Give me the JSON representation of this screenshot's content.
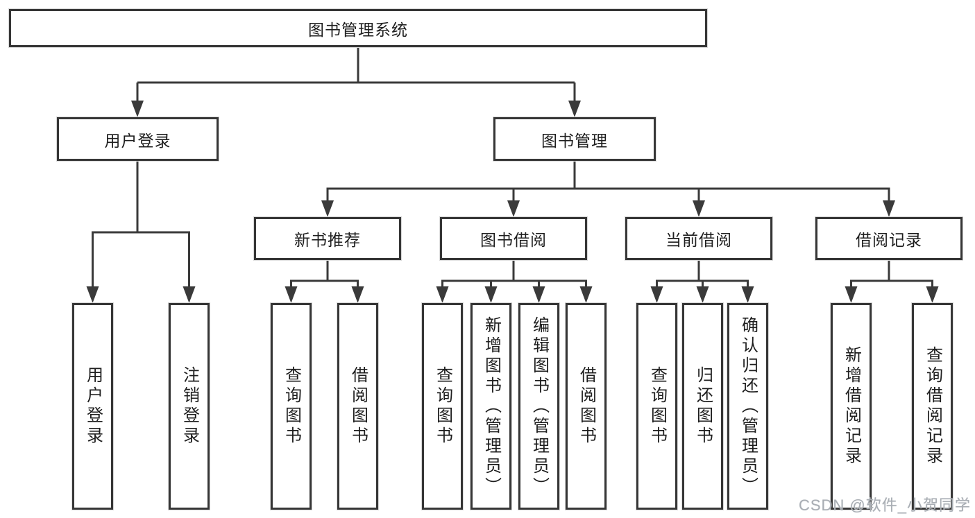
{
  "tree": {
    "root": {
      "label": "图书管理系统"
    },
    "children": [
      {
        "label": "用户登录",
        "children": [
          {
            "label": "用户登录"
          },
          {
            "label": "注销登录"
          }
        ]
      },
      {
        "label": "图书管理",
        "children": [
          {
            "label": "新书推荐",
            "children": [
              {
                "label": "查询图书"
              },
              {
                "label": "借阅图书"
              }
            ]
          },
          {
            "label": "图书借阅",
            "children": [
              {
                "label": "查询图书"
              },
              {
                "label": "新增图书（管理员）"
              },
              {
                "label": "编辑图书（管理员）"
              },
              {
                "label": "借阅图书"
              }
            ]
          },
          {
            "label": "当前借阅",
            "children": [
              {
                "label": "查询图书"
              },
              {
                "label": "归还图书"
              },
              {
                "label": "确认归还（管理员）"
              }
            ]
          },
          {
            "label": "借阅记录",
            "children": [
              {
                "label": "新增借阅记录"
              },
              {
                "label": "查询借阅记录"
              }
            ]
          }
        ]
      }
    ]
  },
  "watermark": {
    "text": "CSDN @软件_小贺同学"
  },
  "colors": {
    "line": "#3a3a3a",
    "box_border": "#363636",
    "box_background": "#ffffff",
    "text": "#1e1e1e",
    "watermark": "#a9aeb4"
  }
}
